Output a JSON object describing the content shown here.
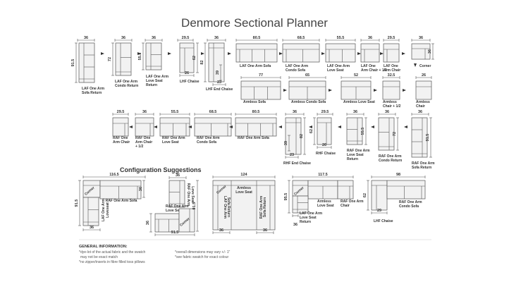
{
  "title": "Denmore Sectional Planner",
  "pieces": [
    {
      "id": "laf-one-arm-sofa-return",
      "caption": [
        "LAF One Arm",
        "Sofa Return"
      ],
      "width": "36",
      "depth": "91.5"
    },
    {
      "id": "laf-one-arm-condo-return",
      "caption": [
        "LAF One Arm",
        "Condo Return"
      ],
      "width": "36",
      "depth": "72"
    },
    {
      "id": "laf-one-arm-love-seat-return",
      "caption": [
        "LAF One Arm",
        "Love Seat",
        "Return"
      ],
      "width": "36",
      "depth": "55.5"
    },
    {
      "id": "lhf-chaise",
      "caption": [
        "LHF Chaise"
      ],
      "width": "29.5",
      "depth": "62",
      "extra": "26"
    },
    {
      "id": "lhf-end-chaise",
      "caption": [
        "LHF End Chaise"
      ],
      "width": "36",
      "depth": "82",
      "extra": "23",
      "extra2": "39"
    },
    {
      "id": "laf-one-arm-sofa",
      "caption": [
        "LAF One Arm Sofa"
      ],
      "width": "80.5"
    },
    {
      "id": "laf-one-arm-condo-sofa",
      "caption": [
        "LAF One Arm",
        "Condo Sofa"
      ],
      "width": "68.5"
    },
    {
      "id": "laf-one-arm-love-seat",
      "caption": [
        "LAF One Arm",
        "Love Seat"
      ],
      "width": "55.5"
    },
    {
      "id": "laf-one-arm-chair-half",
      "caption": [
        "LAF One",
        "Arm Chair + 1/2"
      ],
      "width": "36"
    },
    {
      "id": "laf-one-arm-chair",
      "caption": [
        "LAF One",
        "Arm Chair"
      ],
      "width": "29.5"
    },
    {
      "id": "corner",
      "caption": [
        "Corner"
      ],
      "width": "36",
      "depth": "36"
    },
    {
      "id": "armless-sofa",
      "caption": [
        "Armless Sofa"
      ],
      "width": "77"
    },
    {
      "id": "armless-condo-sofa",
      "caption": [
        "Armless Condo Sofa"
      ],
      "width": "65"
    },
    {
      "id": "armless-love-seat",
      "caption": [
        "Armless Love Seat"
      ],
      "width": "52"
    },
    {
      "id": "armless-chair-half",
      "caption": [
        "Armless",
        "Chair + 1/2"
      ],
      "width": "32.5"
    },
    {
      "id": "armless-chair",
      "caption": [
        "Armless",
        "Chair"
      ],
      "width": "26"
    },
    {
      "id": "raf-one-arm-chair",
      "caption": [
        "RAF One",
        "Arm Chair"
      ],
      "width": "29.5"
    },
    {
      "id": "raf-one-arm-chair-half",
      "caption": [
        "RAF One",
        "Arm Chair",
        "+ 1/2"
      ],
      "width": "36"
    },
    {
      "id": "raf-one-arm-love-seat",
      "caption": [
        "RAF One Arm",
        "Love Seat"
      ],
      "width": "55.5"
    },
    {
      "id": "raf-one-arm-condo-sofa",
      "caption": [
        "RAF One Arm",
        "Condo Sofa"
      ],
      "width": "68.5"
    },
    {
      "id": "raf-one-arm-sofa",
      "caption": [
        "RAF One Arm Sofa"
      ],
      "width": "80.5"
    },
    {
      "id": "rhf-end-chaise",
      "caption": [
        "RHF End Chaise"
      ],
      "width": "36",
      "depth": "82",
      "extra": "23",
      "extra2": "39"
    },
    {
      "id": "rhf-chaise",
      "caption": [
        "RHF Chaise"
      ],
      "width": "29.5",
      "depth": "62",
      "extra": "26"
    },
    {
      "id": "raf-one-arm-love-seat-return",
      "caption": [
        "RAF One Arm",
        "Love Seat",
        "Return"
      ],
      "width": "36",
      "depth": "55.5"
    },
    {
      "id": "raf-one-arm-condo-return",
      "caption": [
        "RAF One Arm",
        "Condo Return"
      ],
      "width": "36",
      "depth": "72"
    },
    {
      "id": "raf-one-arm-sofa-return",
      "caption": [
        "RAF One Arm",
        "Sofa Return"
      ],
      "width": "36",
      "depth": "91.5"
    }
  ],
  "configurations": {
    "heading": "Configuration Suggestions",
    "items": [
      {
        "id": "config-1",
        "dims": [
          "116.5",
          "91.5",
          "36",
          "36"
        ],
        "labels": [
          "Corner",
          "RAF One Arm Sofa",
          "LAF One Arm",
          "Loveseat"
        ]
      },
      {
        "id": "config-2",
        "dims": [
          "91.5",
          "36",
          "36"
        ],
        "labels": [
          "RAF One Arm",
          "Love Seat",
          "RAF One Arm",
          "Love Seat",
          "Corner"
        ]
      },
      {
        "id": "config-3",
        "dims": [
          "124",
          "36",
          "36"
        ],
        "labels": [
          "Corner",
          "Armless",
          "Love Seat",
          "LAF One Arm",
          "Sofa Return",
          "RAF One Arm",
          "Sofa Return"
        ]
      },
      {
        "id": "config-4",
        "dims": [
          "117.5",
          "95.5",
          "36"
        ],
        "labels": [
          "Corner",
          "Armless",
          "Love Seat",
          "RAF One Arm",
          "Chair",
          "LAF One Arm",
          "Love Seat",
          "Return"
        ]
      },
      {
        "id": "config-5",
        "dims": [
          "98",
          "62",
          "29"
        ],
        "labels": [
          "RAF One Arm",
          "Condo Sofa",
          "LHF Chaise"
        ]
      }
    ]
  },
  "general_information": {
    "heading": "GENERAL INFORMATION:",
    "left": [
      "*dye-lot of the actual fabric and the swatch",
      "may not be exact match",
      "*no zipper/inserts in fibre filled toss pillows"
    ],
    "right": [
      "*overall dimensions may vary +/- 1\"",
      "*see fabric swatch for exact colour"
    ]
  }
}
